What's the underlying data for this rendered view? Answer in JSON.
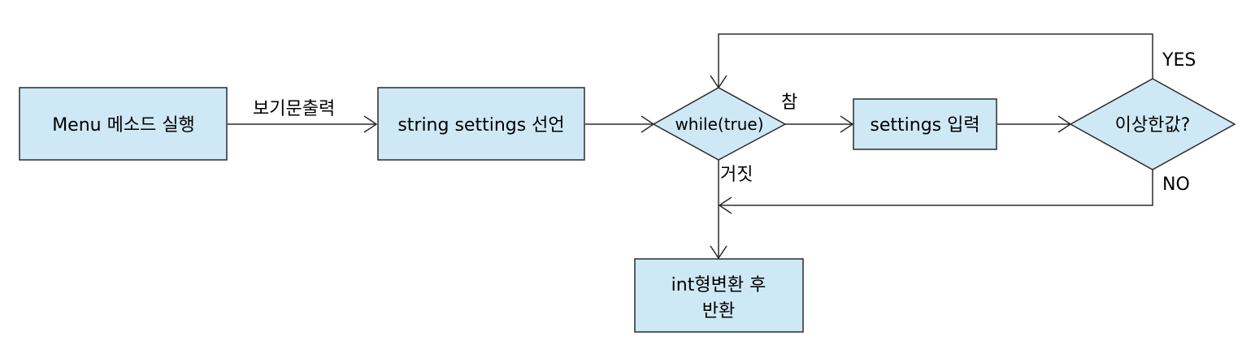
{
  "nodes": {
    "menu": "Menu 메소드 실행",
    "declare": "string settings 선언",
    "loop": "while(true)",
    "input": "settings 입력",
    "check": "이상한값?",
    "result_line1": "int형변환 후",
    "result_line2": "반환"
  },
  "edges": {
    "print_view": "보기문출력",
    "true_label": "참",
    "false_label": "거짓",
    "yes_label": "YES",
    "no_label": "NO"
  },
  "colors": {
    "node_fill": "#cfe8f5",
    "stroke": "#2b2b2b"
  }
}
